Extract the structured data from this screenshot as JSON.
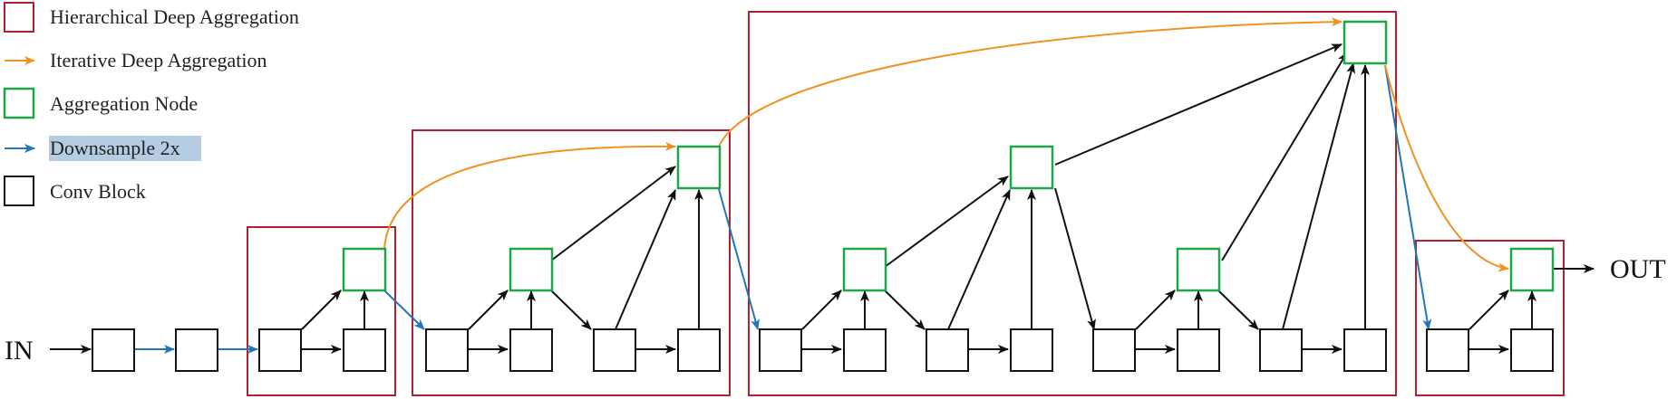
{
  "legend": {
    "hda": "Hierarchical Deep Aggregation",
    "ida": "Iterative Deep Aggregation",
    "node": "Aggregation Node",
    "down": "Downsample 2x",
    "conv": "Conv Block"
  },
  "io": {
    "input": "IN",
    "output": "OUT"
  },
  "colors": {
    "hda": "#b02232",
    "ida": "#f0921f",
    "node": "#1fa64a",
    "down": "#2374b8",
    "conv": "#111111",
    "highlight": "#b5cde3"
  }
}
